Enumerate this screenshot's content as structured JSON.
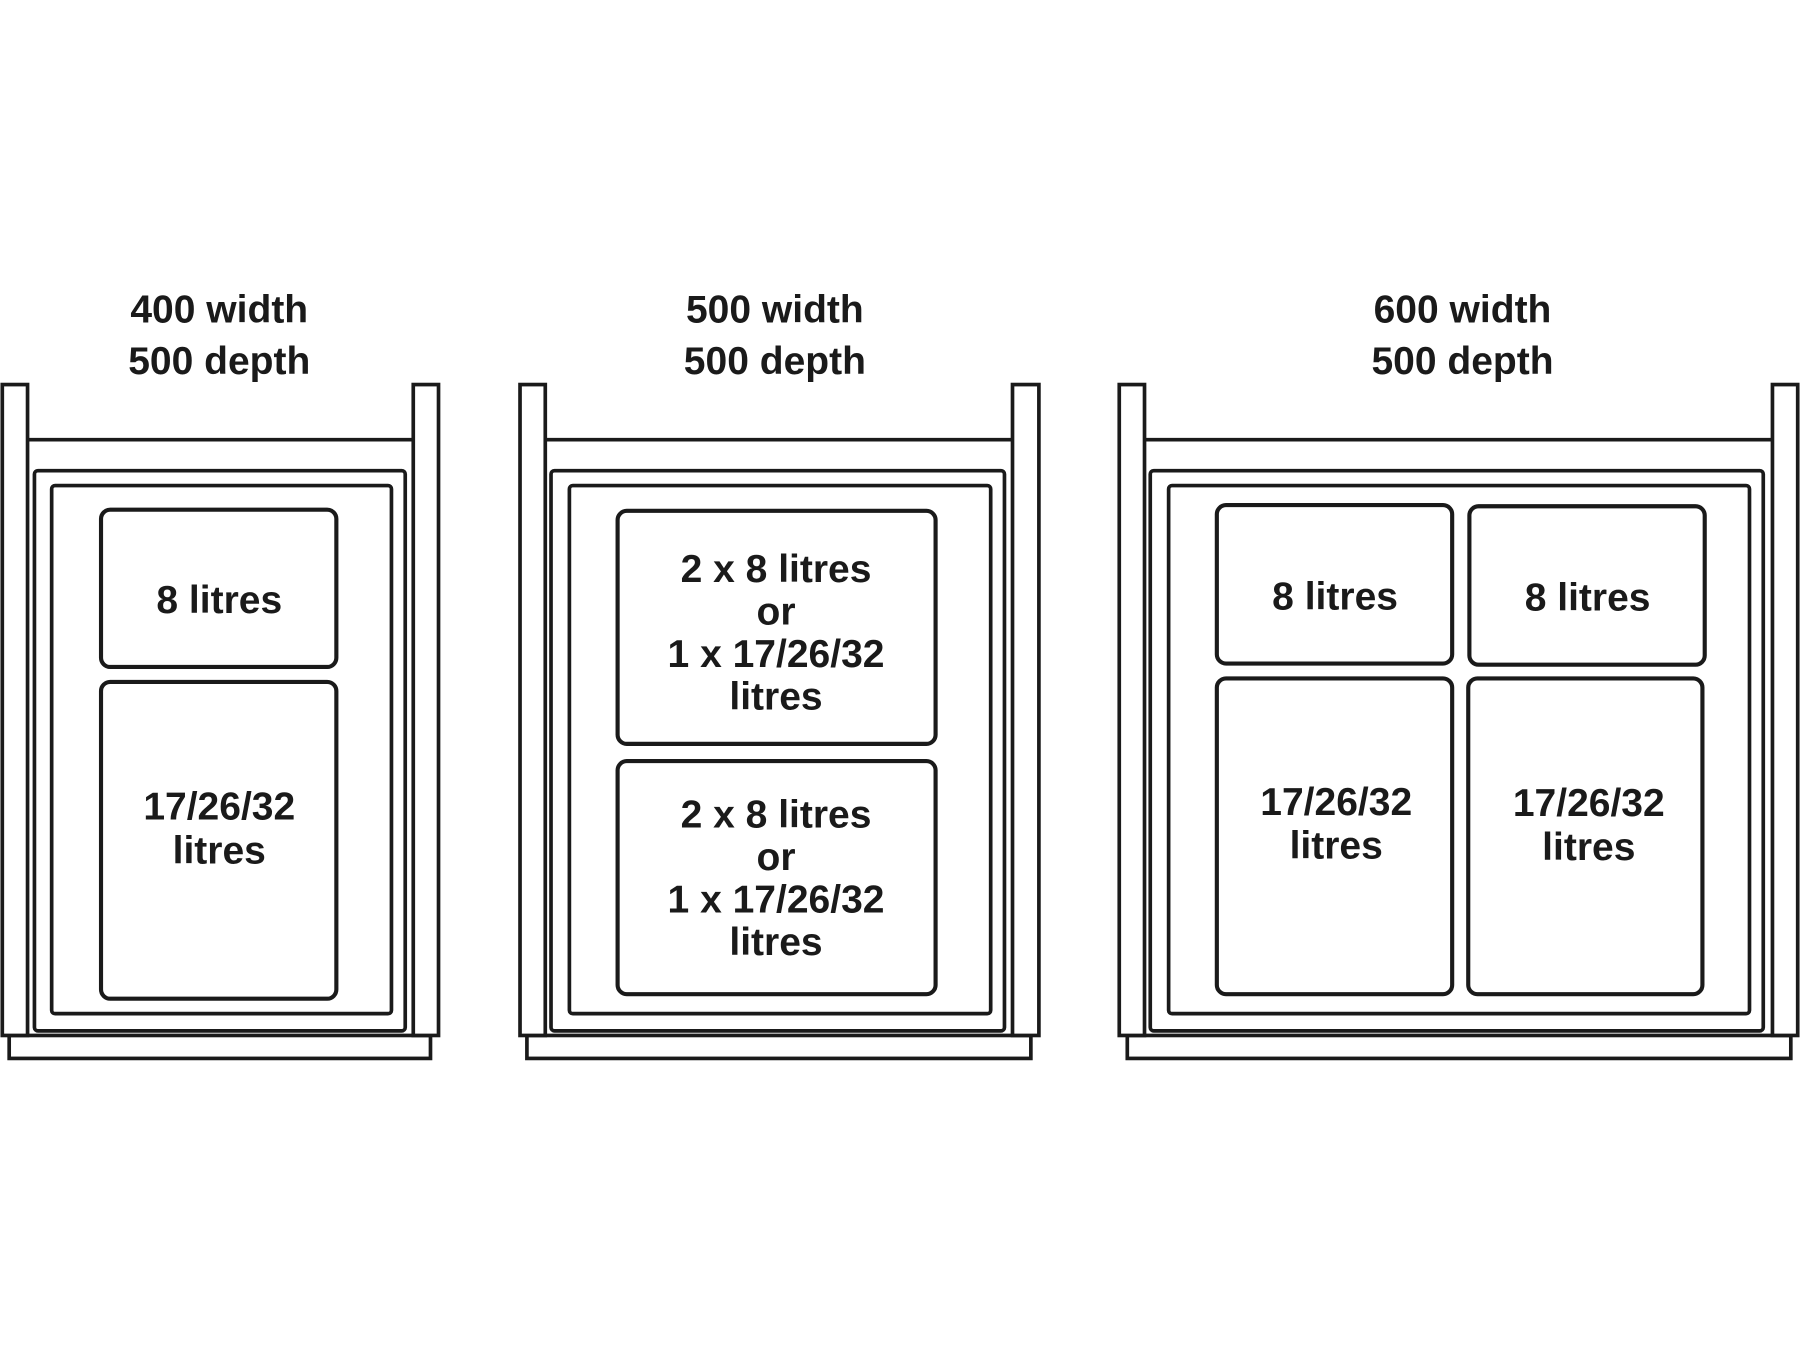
{
  "cabinets": [
    {
      "width_label": "400 width",
      "depth_label": "500 depth",
      "bins": [
        {
          "lines": [
            "8 litres"
          ]
        },
        {
          "lines": [
            "17/26/32",
            "litres"
          ]
        }
      ]
    },
    {
      "width_label": "500 width",
      "depth_label": "500 depth",
      "bins": [
        {
          "lines": [
            "2 x 8 litres",
            "or",
            "1 x 17/26/32",
            "litres"
          ]
        },
        {
          "lines": [
            "2 x 8 litres",
            "or",
            "1 x 17/26/32",
            "litres"
          ]
        }
      ]
    },
    {
      "width_label": "600 width",
      "depth_label": "500 depth",
      "bins": [
        {
          "lines": [
            "8 litres"
          ]
        },
        {
          "lines": [
            "8 litres"
          ]
        },
        {
          "lines": [
            "17/26/32",
            "litres"
          ]
        },
        {
          "lines": [
            "17/26/32",
            "litres"
          ]
        }
      ]
    }
  ],
  "colors": {
    "line": "#1a1a1a",
    "background": "#ffffff"
  }
}
